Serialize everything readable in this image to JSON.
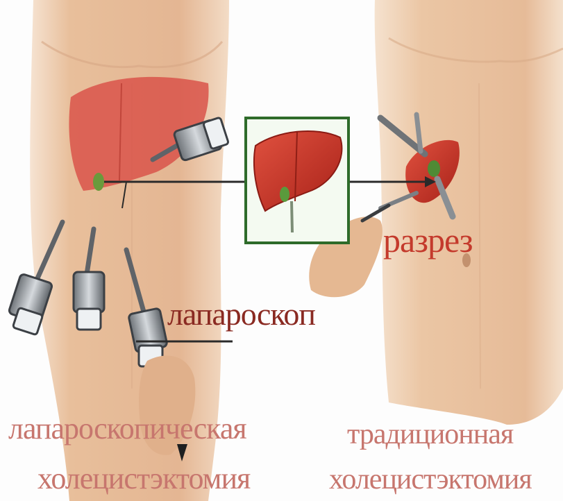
{
  "labels": {
    "laparoscope": "лапароскоп",
    "incision": "разрез"
  },
  "captions": {
    "left_line1": "лапароскопическая",
    "left_line2": "холецистэктомия",
    "right_line1": "традиционная",
    "right_line2": "холецистэктомия"
  },
  "colors": {
    "skin": "#e8bf9b",
    "liver": "#c8352a",
    "label_dark": "#8a2a22",
    "label_red": "#c43a2c",
    "caption": "#c7766e",
    "inset_border": "#2e6b2a"
  }
}
